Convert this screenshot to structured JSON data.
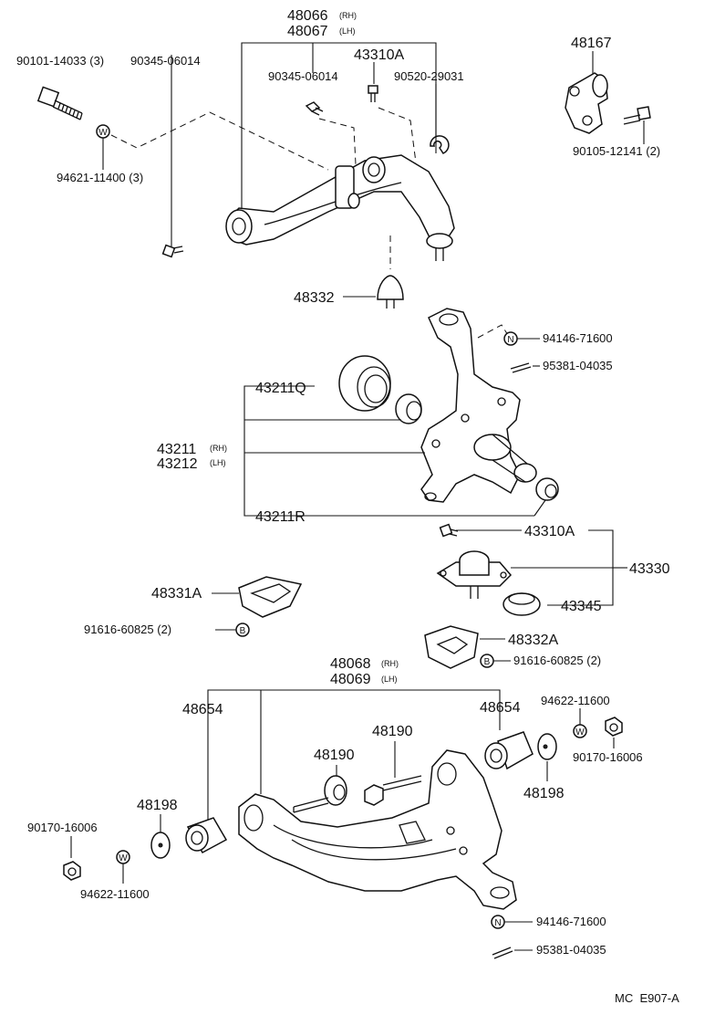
{
  "diagram": {
    "catalog_code": "MC  E907-A",
    "upper_arm": {
      "rh_part": "48066",
      "rh_suffix": "(RH)",
      "lh_part": "48067",
      "lh_suffix": "(LH)"
    },
    "lower_arm": {
      "rh_part": "48068",
      "rh_suffix": "(RH)",
      "lh_part": "48069",
      "lh_suffix": "(LH)"
    },
    "knuckle": {
      "rh_part": "43211",
      "rh_suffix": "(RH)",
      "lh_part": "43212",
      "lh_suffix": "(LH)"
    },
    "labels": {
      "bolt_upper": "90101-14033 (3)",
      "bolt_90345_left": "90345-06014",
      "bolt_90345_mid": "90345-06014",
      "part_43310A_top": "43310A",
      "clip_90520": "90520-29031",
      "bracket_48167": "48167",
      "bolt_90105": "90105-12141 (2)",
      "washer_94621": "94621-11400 (3)",
      "bumper_48332": "48332",
      "nut_94146_top": "94146-71600",
      "pin_95381_top": "95381-04035",
      "seal_43211Q": "43211Q",
      "seal_43211R": "43211R",
      "part_43310A_mid": "43310A",
      "balljoint_43330": "43330",
      "boot_43345": "43345",
      "bumper_48331A": "48331A",
      "bolt_91616_left": "91616-60825 (2)",
      "bumper_48332A": "48332A",
      "bolt_91616_right": "91616-60825 (2)",
      "bushing_48654_left": "48654",
      "bushing_48654_right": "48654",
      "washer_94622_right": "94622-11600",
      "nut_90170_right": "90170-16006",
      "bolt_48190_left": "48190",
      "bolt_48190_right": "48190",
      "washer_48198_left": "48198",
      "washer_48198_right": "48198",
      "nut_90170_left": "90170-16006",
      "washer_94622_left": "94622-11600",
      "nut_94146_bottom": "94146-71600",
      "pin_95381_bottom": "95381-04035"
    },
    "symbols": {
      "washer": "W",
      "nut": "N",
      "bolt": "B"
    }
  }
}
